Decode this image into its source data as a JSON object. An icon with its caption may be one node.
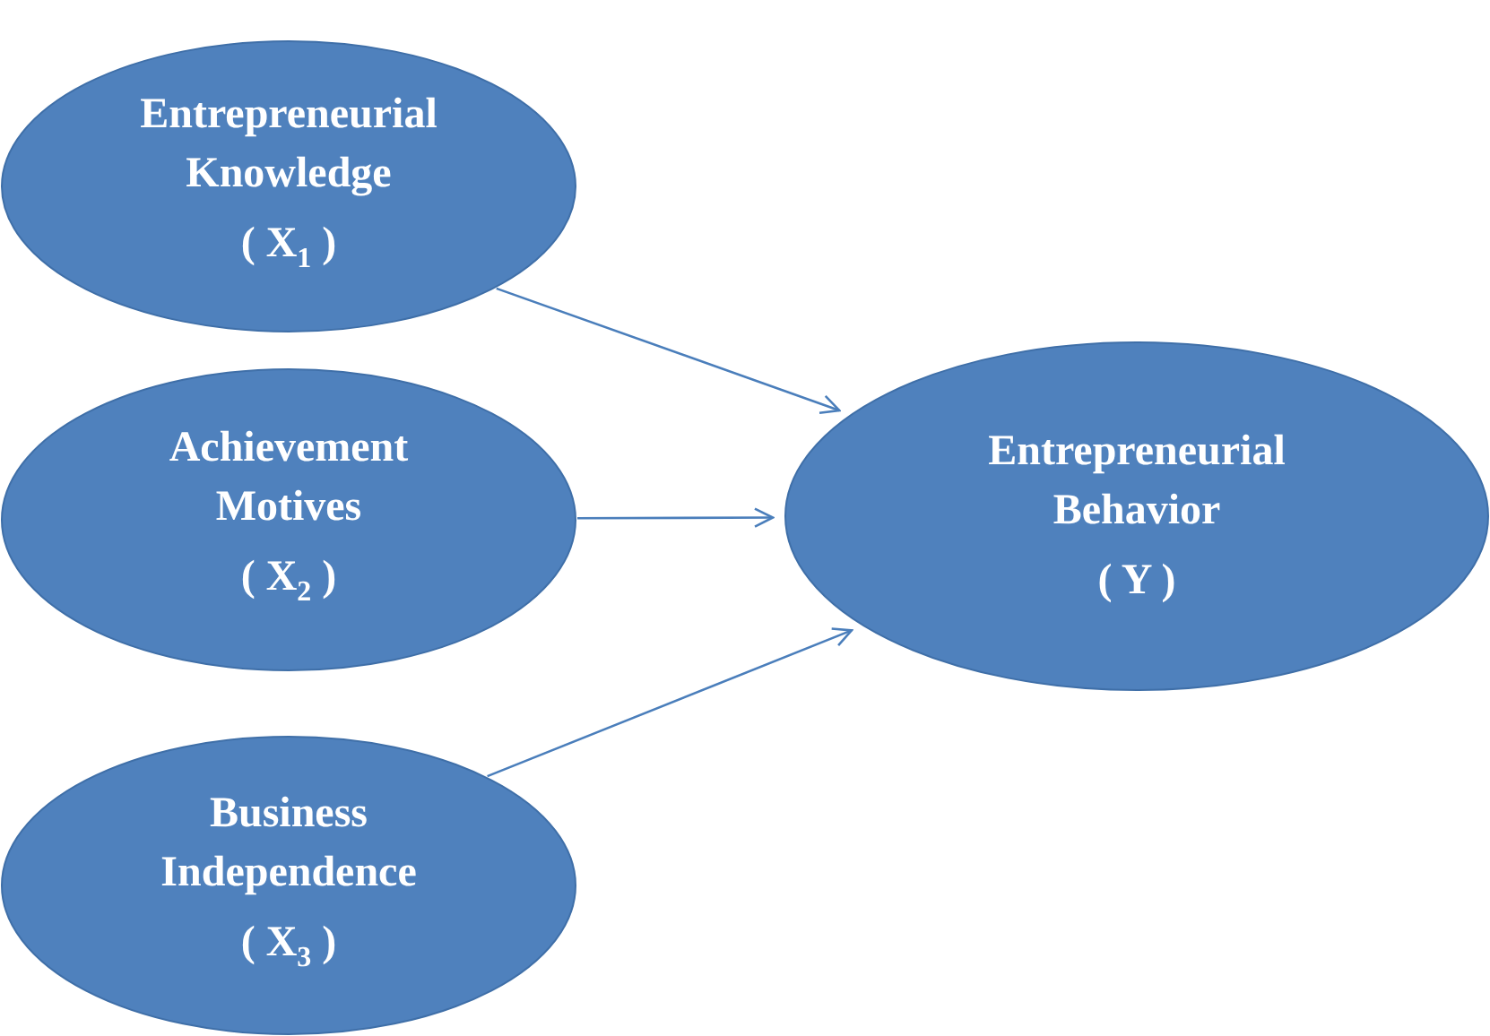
{
  "diagram": {
    "nodes": [
      {
        "text": [
          "Entrepreneurial Knowledge",
          "( X$_{1}$ )"
        ]
      },
      {
        "text": [
          "Achievement Motives",
          "( X$_{2}$ )"
        ]
      },
      {
        "text": [
          "Business Independence",
          "( X$_{3}$ )"
        ]
      },
      {
        "text": [
          "Entrepreneurial Behavior",
          "( Y )"
        ]
      }
    ],
    "edges": [
      {
        "from": 0,
        "to": 3,
        "arrow": "to"
      },
      {
        "from": 1,
        "to": 3,
        "arrow": "to"
      },
      {
        "from": 2,
        "to": 3,
        "arrow": "to"
      }
    ]
  }
}
